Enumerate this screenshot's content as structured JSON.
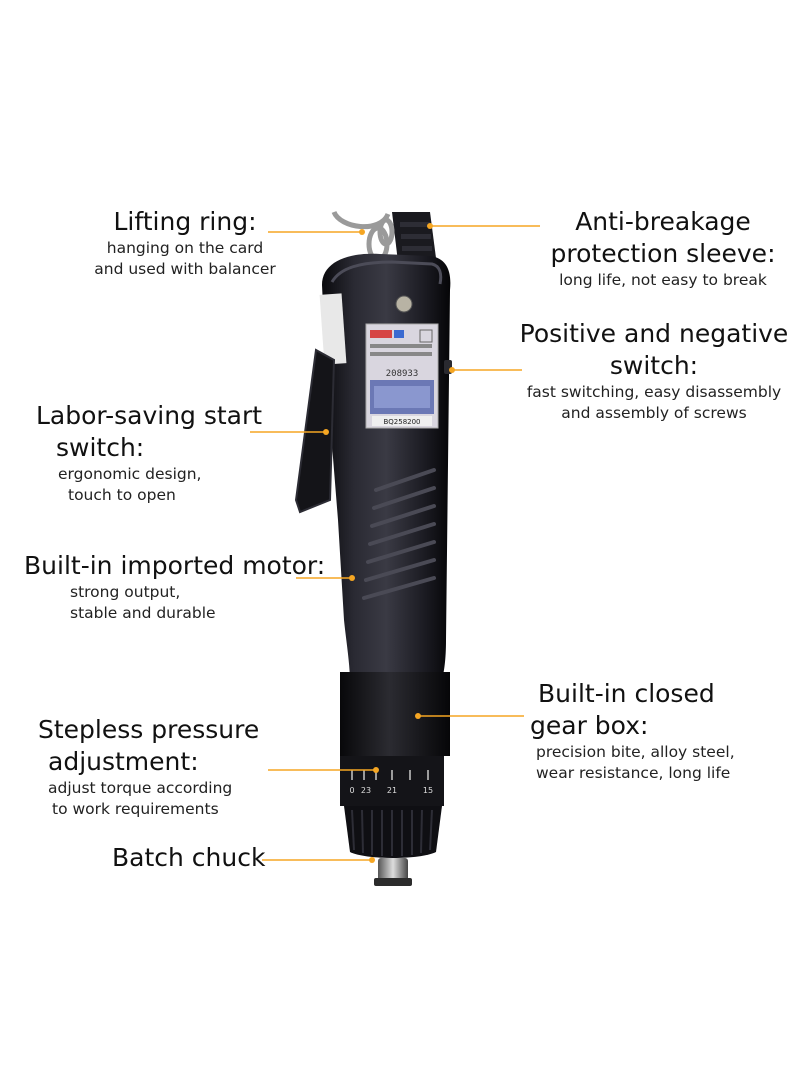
{
  "accent_color": "#F5A623",
  "product": {
    "label_sticker_code": "BQ258200",
    "label_sticker_number": "208933",
    "dial_numbers": [
      "0",
      "23",
      "21",
      "15"
    ]
  },
  "callouts": {
    "lifting_ring": {
      "title": "Lifting ring:",
      "desc_1": "hanging on the card",
      "desc_2": "and used with balancer"
    },
    "anti_breakage": {
      "title_1": "Anti-breakage",
      "title_2": "protection sleeve:",
      "desc_1": "long life, not easy to break"
    },
    "pos_neg_switch": {
      "title_1": "Positive and negative",
      "title_2": "switch:",
      "desc_1": "fast switching, easy disassembly",
      "desc_2": "and assembly of screws"
    },
    "start_switch": {
      "title_1": "Labor-saving start",
      "title_2": "switch:",
      "desc_1": "ergonomic design,",
      "desc_2": "touch to open"
    },
    "motor": {
      "title": "Built-in imported motor:",
      "desc_1": "strong output,",
      "desc_2": "stable and durable"
    },
    "gear_box": {
      "title_1": "Built-in closed",
      "title_2": "gear box:",
      "desc_1": "precision bite, alloy steel,",
      "desc_2": "wear resistance, long life"
    },
    "pressure": {
      "title_1": "Stepless pressure",
      "title_2": "adjustment:",
      "desc_1": "adjust torque according",
      "desc_2": "to work requirements"
    },
    "chuck": {
      "title": "Batch chuck"
    }
  }
}
